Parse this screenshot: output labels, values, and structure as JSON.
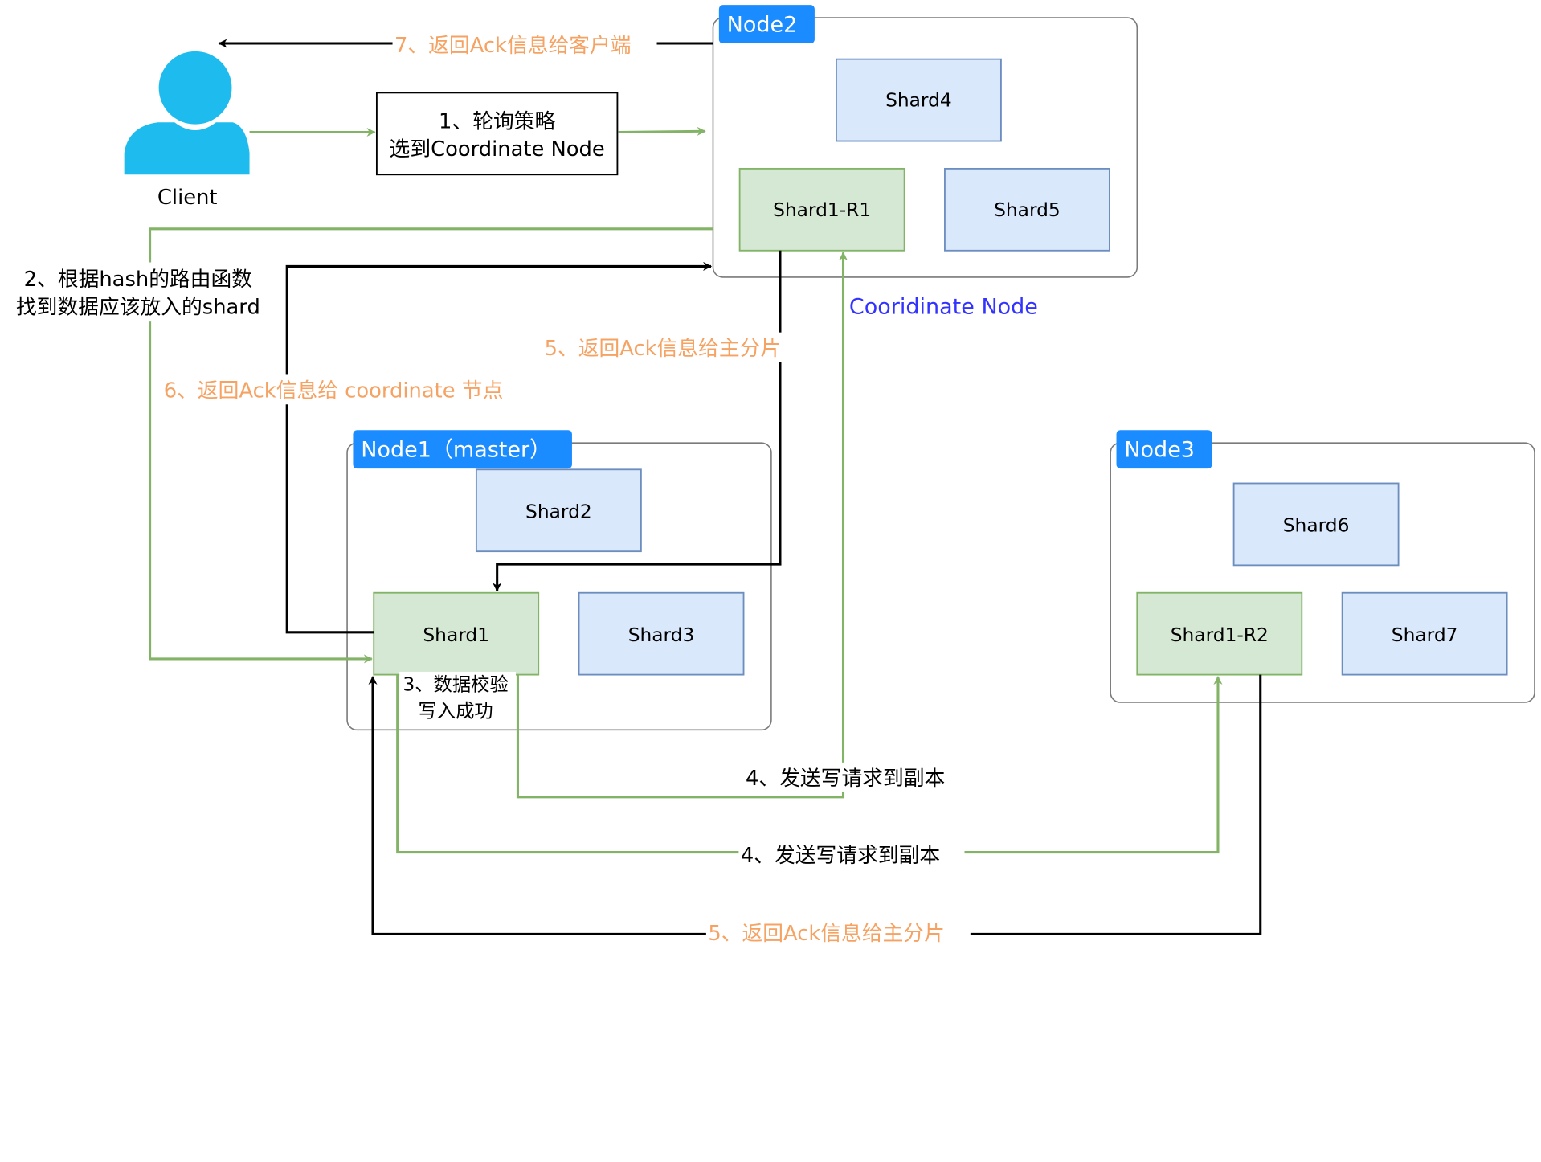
{
  "client": {
    "label": "Client"
  },
  "nodes": {
    "node2": {
      "label": "Node2"
    },
    "node1": {
      "label": "Node1（master）"
    },
    "node3": {
      "label": "Node3"
    }
  },
  "shards": {
    "shard4": "Shard4",
    "shard1_r1": "Shard1-R1",
    "shard5": "Shard5",
    "shard2": "Shard2",
    "shard1": "Shard1",
    "shard3": "Shard3",
    "shard6": "Shard6",
    "shard1_r2": "Shard1-R2",
    "shard7": "Shard7"
  },
  "steps": {
    "step1_line1": "1、轮询策略",
    "step1_line2": "选到Coordinate Node",
    "step2_line1": "2、根据hash的路由函数",
    "step2_line2": "找到数据应该放入的shard",
    "step3_line1": "3、数据校验",
    "step3_line2": "写入成功",
    "step4_r1": "4、发送写请求到副本",
    "step4_r2": "4、发送写请求到副本",
    "step5_r1": "5、返回Ack信息给主分片",
    "step5_r2": "5、返回Ack信息给主分片",
    "step6": "6、返回Ack信息给 coordinate 节点",
    "step7": "7、返回Ack信息给客户端"
  },
  "coordinate_label": "Cooridinate Node",
  "colors": {
    "node_badge": "#1a8cff",
    "blue_shard_fill": "#dae8fc",
    "blue_shard_stroke": "#6c8ebf",
    "green_shard_fill": "#d5e8d4",
    "green_shard_stroke": "#82b366",
    "green_arrow": "#82b366",
    "black_arrow": "#000000",
    "orange_text": "#f5a262",
    "coord_text": "#3333ff",
    "client_icon": "#1ebcee"
  }
}
